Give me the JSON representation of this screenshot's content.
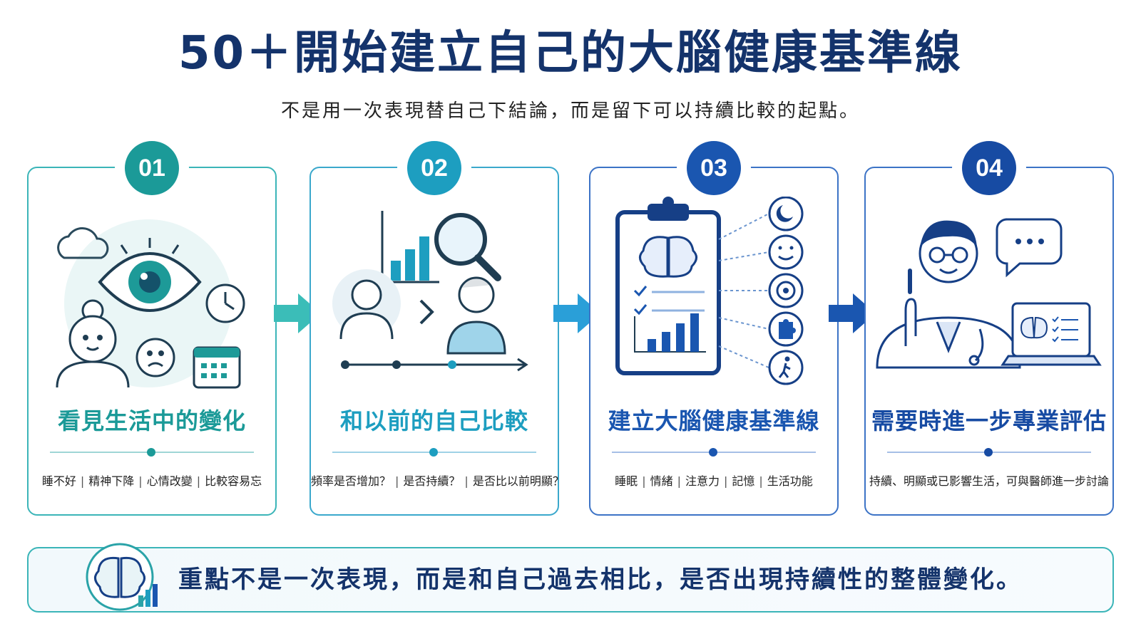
{
  "title": "50＋開始建立自己的大腦健康基準線",
  "subtitle": "不是用一次表現替自己下結論，而是留下可以持續比較的起點。",
  "steps": [
    {
      "number": "01",
      "title": "看見生活中的變化",
      "tags": [
        "睡不好",
        "精神下降",
        "心情改變",
        "比較容易忘"
      ],
      "color": "#1b9a98"
    },
    {
      "number": "02",
      "title": "和以前的自己比較",
      "tags": [
        "頻率是否增加？",
        "是否持續？",
        "是否比以前明顯？"
      ],
      "color": "#1d9ec0"
    },
    {
      "number": "03",
      "title": "建立大腦健康基準線",
      "tags": [
        "睡眠",
        "情緒",
        "注意力",
        "記憶",
        "生活功能"
      ],
      "color": "#1a56b0"
    },
    {
      "number": "04",
      "title": "需要時進一步專業評估",
      "tags": [
        "持續、明顯或已影響生活，可與醫師進一步討論"
      ],
      "color": "#174ba3"
    }
  ],
  "bottom_text": "重點不是一次表現，而是和自己過去相比，是否出現持續性的整體變化。",
  "icons": {
    "step1": [
      "cloud-icon",
      "eye-icon",
      "clock-icon",
      "woman-icon",
      "sad-face-icon",
      "calendar-icon"
    ],
    "step2": [
      "bar-chart-icon",
      "magnifier-icon",
      "past-self-icon",
      "present-self-icon",
      "timeline-icon"
    ],
    "step3": [
      "clipboard-icon",
      "brain-icon",
      "sleep-icon",
      "smile-icon",
      "target-icon",
      "puzzle-icon",
      "walking-icon"
    ],
    "step4": [
      "doctor-icon",
      "speech-bubble-icon",
      "laptop-icon"
    ],
    "bottom": "brain-chart-icon"
  }
}
